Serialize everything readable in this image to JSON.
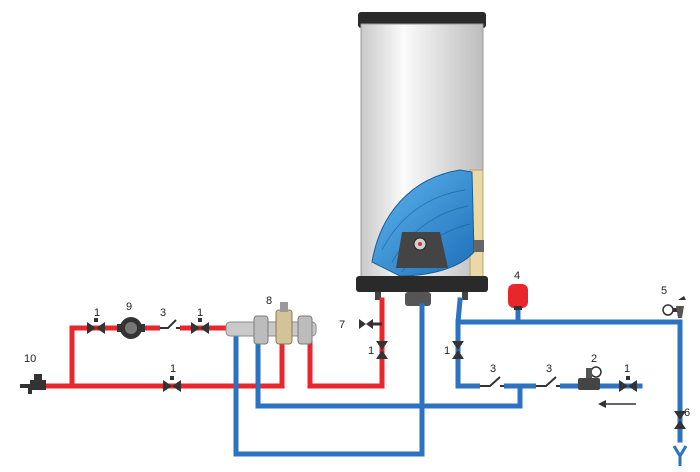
{
  "labels": {
    "valve_top_left": "1",
    "pump": "9",
    "check_valve_top": "3",
    "valve_top_right": "1",
    "mixing_valve": "8",
    "faucet": "10",
    "valve_bottom_red": "1",
    "drain_valve": "7",
    "valve_hot_outlet": "1",
    "valve_cold_inlet": "1",
    "expansion_vessel": "4",
    "safety_valve": "5",
    "check_valve_left": "3",
    "check_valve_right": "3",
    "pressure_reducer": "2",
    "valve_supply": "1",
    "valve_vertical_right": "6"
  },
  "colors": {
    "hot_pipe": "#e8262c",
    "cold_pipe": "#2b73c2",
    "tank_body": "#ececec",
    "tank_cap": "#2a2a2a",
    "heat_exchanger": "#2f8fd6",
    "insulation": "#e9d9a6"
  },
  "icons": [
    "ball-valve-icon",
    "pump-icon",
    "check-valve-icon",
    "mixing-valve-icon",
    "faucet-icon",
    "expansion-vessel-icon",
    "safety-valve-icon",
    "pressure-reducer-icon",
    "flow-arrow-icon",
    "drain-funnel-icon"
  ]
}
